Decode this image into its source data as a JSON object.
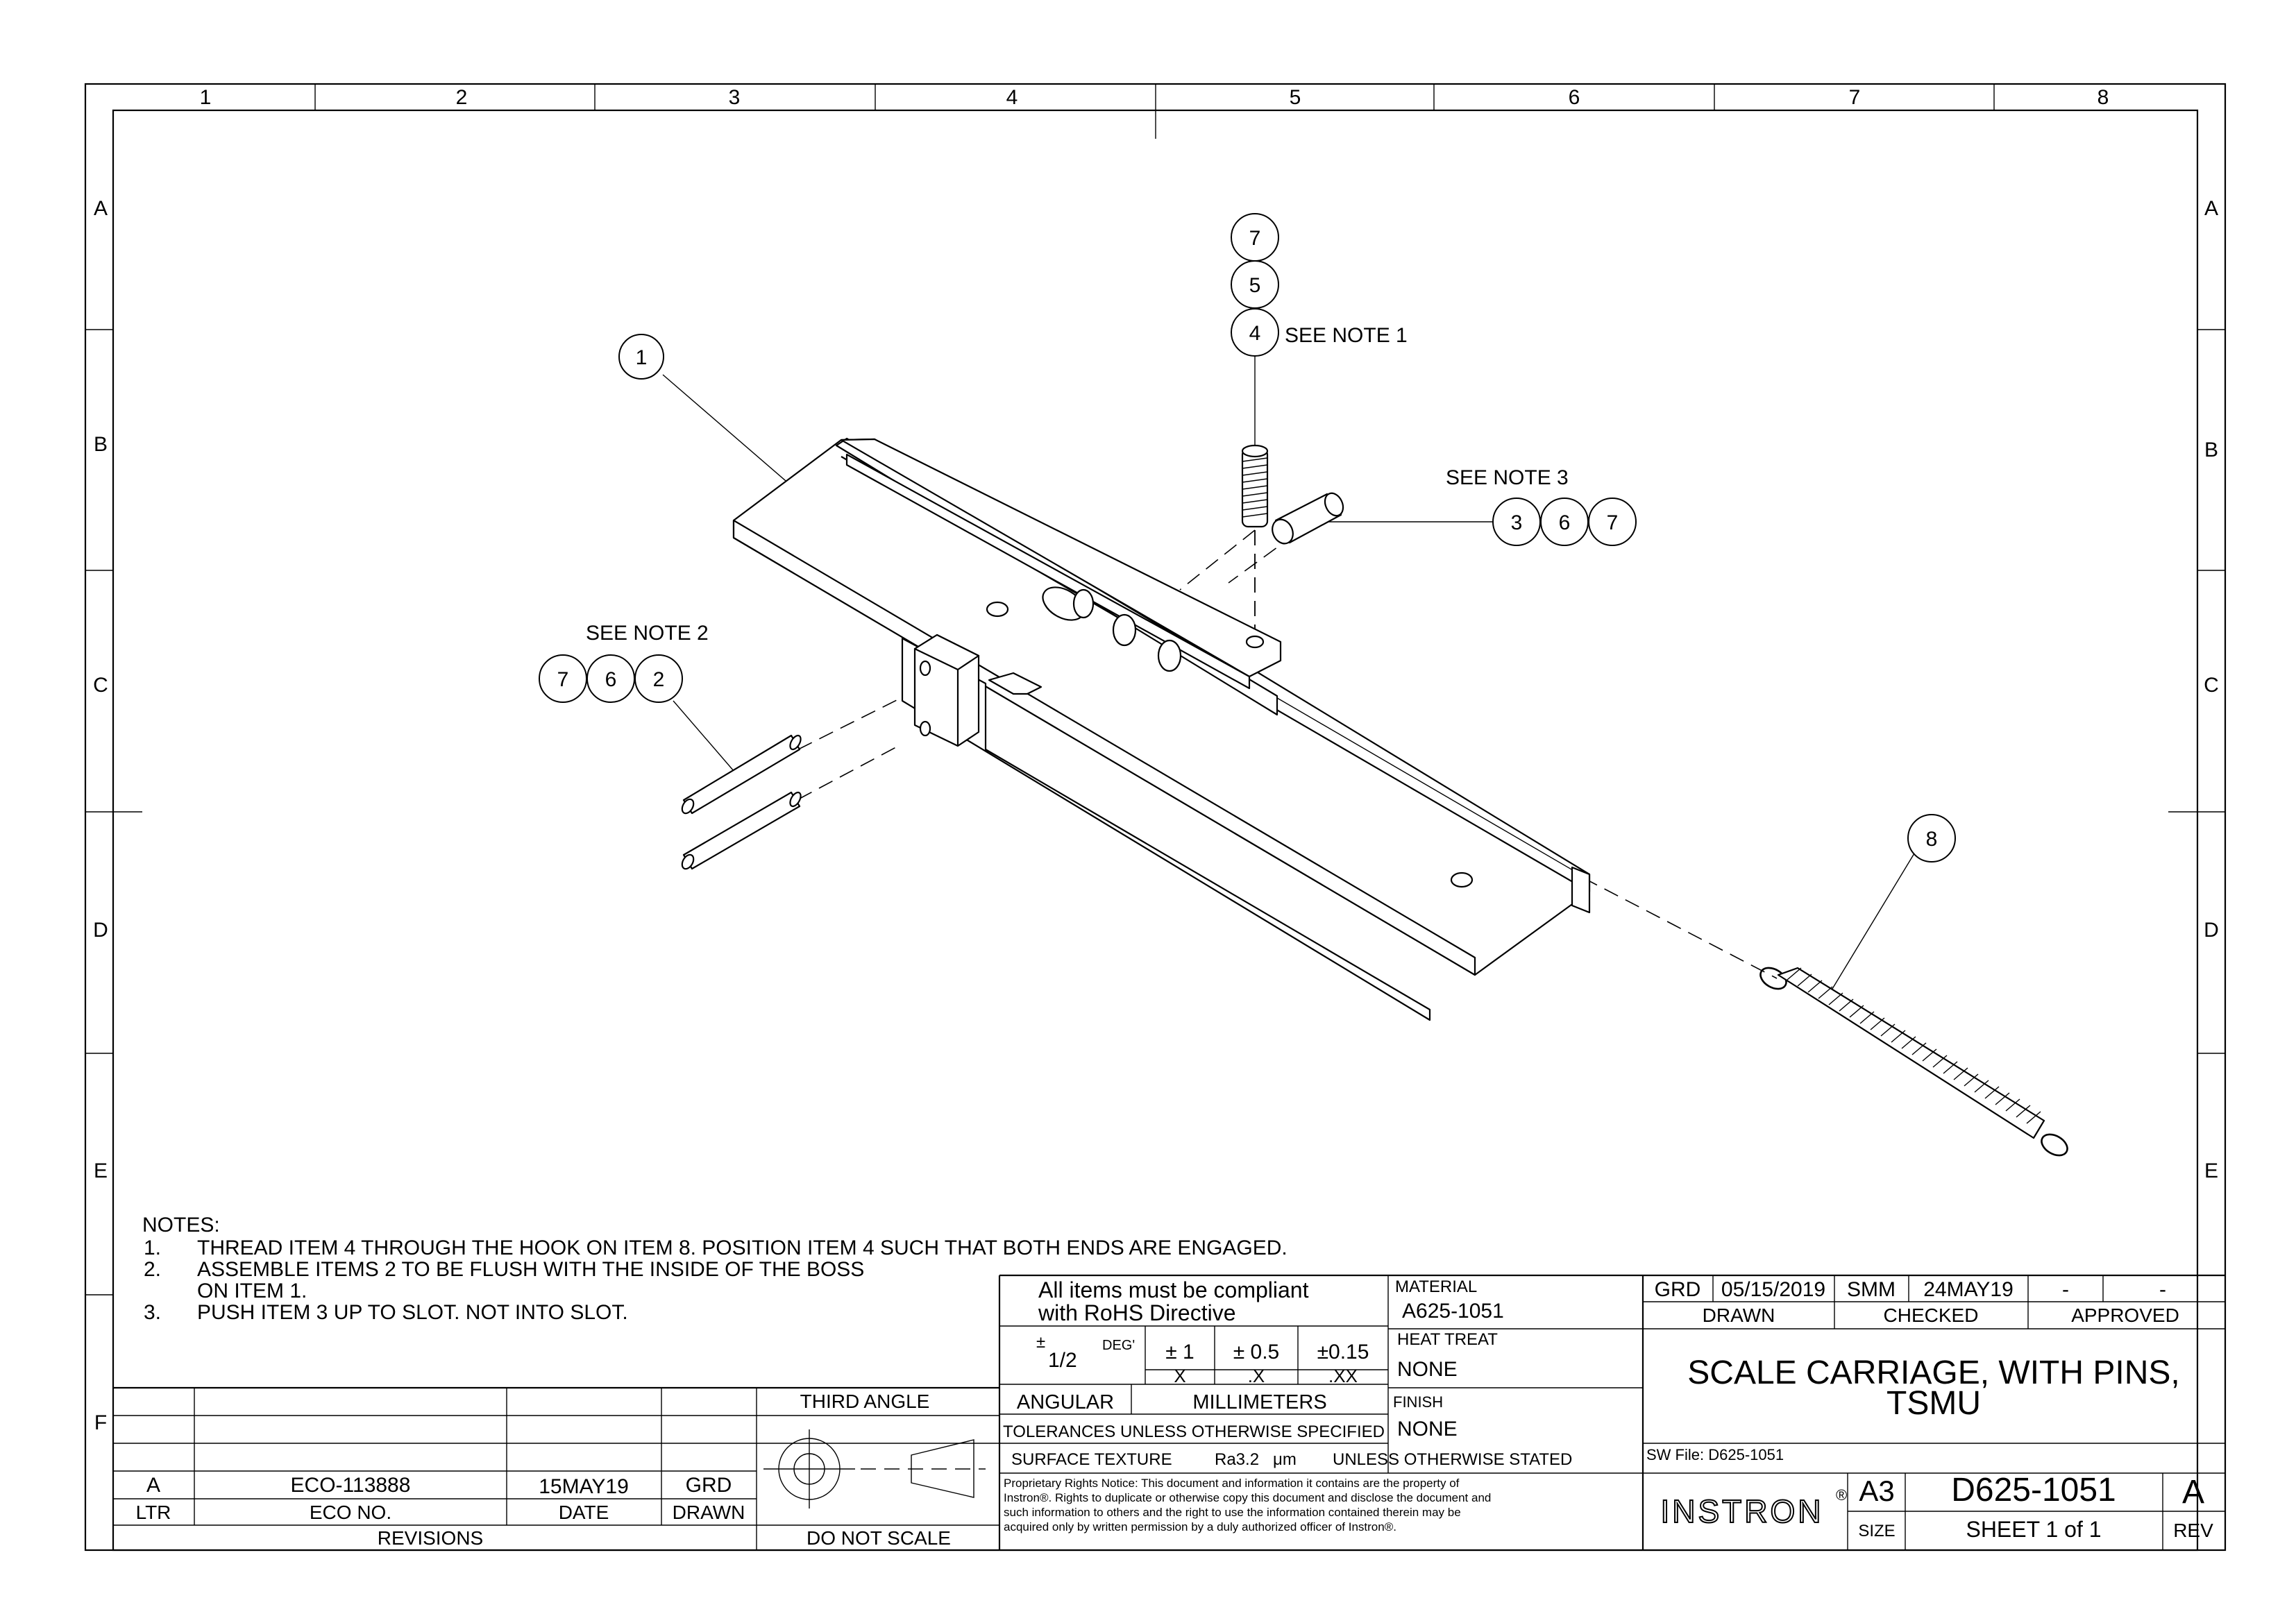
{
  "zones": {
    "columns": [
      "1",
      "2",
      "3",
      "4",
      "5",
      "6",
      "7",
      "8"
    ],
    "rows": [
      "A",
      "B",
      "C",
      "D",
      "E",
      "F"
    ]
  },
  "balloons": {
    "b1": "1",
    "stack_top": [
      "7",
      "5",
      "4"
    ],
    "see_note_1": "SEE NOTE 1",
    "note3_group": [
      "3",
      "6",
      "7"
    ],
    "see_note_3": "SEE NOTE 3",
    "note2_group": [
      "7",
      "6",
      "2"
    ],
    "see_note_2": "SEE NOTE 2",
    "b8": "8"
  },
  "notes": {
    "heading": "NOTES:",
    "items": [
      {
        "num": "1.",
        "lines": [
          "THREAD ITEM 4 THROUGH THE HOOK ON ITEM 8. POSITION ITEM 4 SUCH THAT BOTH ENDS ARE ENGAGED."
        ]
      },
      {
        "num": "2.",
        "lines": [
          "ASSEMBLE ITEMS 2 TO BE FLUSH WITH THE INSIDE OF THE BOSS",
          "ON ITEM 1."
        ]
      },
      {
        "num": "3.",
        "lines": [
          "PUSH ITEM 3 UP TO SLOT. NOT INTO SLOT."
        ]
      }
    ]
  },
  "revisions": {
    "row": {
      "ltr": "A",
      "eco": "ECO-113888",
      "date": "15MAY19",
      "drawn": "GRD"
    },
    "headers": {
      "ltr": "LTR",
      "eco": "ECO NO.",
      "date": "DATE",
      "drawn": "DRAWN"
    },
    "caption": "REVISIONS"
  },
  "projection": {
    "label": "THIRD ANGLE",
    "scale_note": "DO NOT SCALE"
  },
  "compliance": {
    "line1": "All items must be compliant",
    "line2": "with RoHS Directive"
  },
  "tolerances": {
    "angular_pm": "±",
    "angular_value": "1/2",
    "angular_unit": "DEG'",
    "x": {
      "value": "± 1",
      "label": "X"
    },
    "x1": {
      "value": "± 0.5",
      "label": ".X"
    },
    "x2": {
      "value": "±0.15",
      "label": ".XX"
    },
    "angular_label": "ANGULAR",
    "units": "MILLIMETERS",
    "caption": "TOLERANCES UNLESS OTHERWISE SPECIFIED",
    "surface_label": "SURFACE TEXTURE",
    "surface_value": "Ra3.2",
    "surface_unit": "μm",
    "surface_note": "UNLESS OTHERWISE STATED"
  },
  "material": {
    "label": "MATERIAL",
    "value": "A625-1051"
  },
  "heat_treat": {
    "label": "HEAT TREAT",
    "value": "NONE"
  },
  "finish": {
    "label": "FINISH",
    "value": "NONE"
  },
  "proprietary": [
    "Proprietary Rights Notice: This document and information it contains are the property of",
    "Instron®. Rights to duplicate or otherwise copy this document and disclose the document and",
    "such information to others and the right to use the information contained therein may be",
    "acquired only by written permission by a duly authorized officer of Instron®."
  ],
  "approvals": {
    "drawn_by": "GRD",
    "drawn_date": "05/15/2019",
    "checked_by": "SMM",
    "checked_date": "24MAY19",
    "approved_by": "-",
    "approved_date": "-",
    "drawn_label": "DRAWN",
    "checked_label": "CHECKED",
    "approved_label": "APPROVED"
  },
  "title": {
    "line1": "SCALE CARRIAGE, WITH PINS,",
    "line2": "TSMU"
  },
  "sw_file": "SW File: D625-1051",
  "logo": {
    "text": "INSTRON",
    "mark": "®"
  },
  "sheet_size": {
    "value": "A3",
    "label": "SIZE"
  },
  "drawing_number": "D625-1051",
  "sheet": "SHEET 1 of 1",
  "revision": {
    "value": "A",
    "label": "REV"
  }
}
